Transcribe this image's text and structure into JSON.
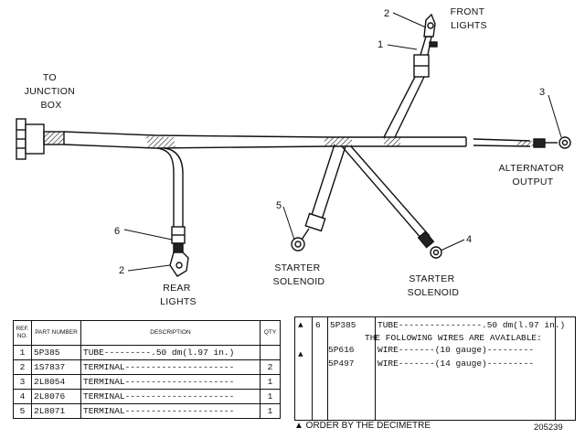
{
  "labels": {
    "to_junction_box": [
      "TO",
      "JUNCTION",
      "BOX"
    ],
    "front_lights": [
      "FRONT",
      "LIGHTS"
    ],
    "alternator_output": [
      "ALTERNATOR",
      "OUTPUT"
    ],
    "starter_solenoid": [
      "STARTER",
      "SOLENOID"
    ],
    "rear_lights": [
      "REAR",
      "LIGHTS"
    ]
  },
  "callouts": {
    "front_terminal": "2",
    "front_tube": "1",
    "alternator_terminal": "3",
    "starter_terminal_left": "5",
    "starter_terminal_right": "4",
    "rear_tube": "6",
    "rear_terminal": "2"
  },
  "parts_table": {
    "headers": [
      "REF. NO.",
      "PART NUMBER",
      "DESCRIPTION",
      "QTY"
    ],
    "rows": [
      {
        "ref": "1",
        "part": "5P385",
        "desc": "TUBE---------.50 dm(l.97 in.)",
        "qty": ""
      },
      {
        "ref": "2",
        "part": "1S7837",
        "desc": "TERMINAL---------------------",
        "qty": "2"
      },
      {
        "ref": "3",
        "part": "2L8054",
        "desc": "TERMINAL---------------------",
        "qty": "1"
      },
      {
        "ref": "4",
        "part": "2L8076",
        "desc": "TERMINAL---------------------",
        "qty": "1"
      },
      {
        "ref": "5",
        "part": "2L8071",
        "desc": "TERMINAL---------------------",
        "qty": "1"
      }
    ]
  },
  "parts_table_2": {
    "row6": {
      "mark": "▲",
      "ref": "6",
      "part": "5P385",
      "desc": "TUBE----------------.50 dm(l.97 in.)"
    },
    "note": "THE FOLLOWING WIRES ARE AVAILABLE:",
    "wires": [
      {
        "mark": "▲",
        "part": "5P616",
        "desc": "WIRE-------(10 gauge)---------"
      },
      {
        "mark": "",
        "part": "5P497",
        "desc": "WIRE-------(14 gauge)---------"
      }
    ]
  },
  "footnote": "▲ ORDER BY THE DECIMETRE",
  "ref_code": "205239",
  "colors": {
    "ink": "#111111",
    "paper": "#ffffff"
  }
}
